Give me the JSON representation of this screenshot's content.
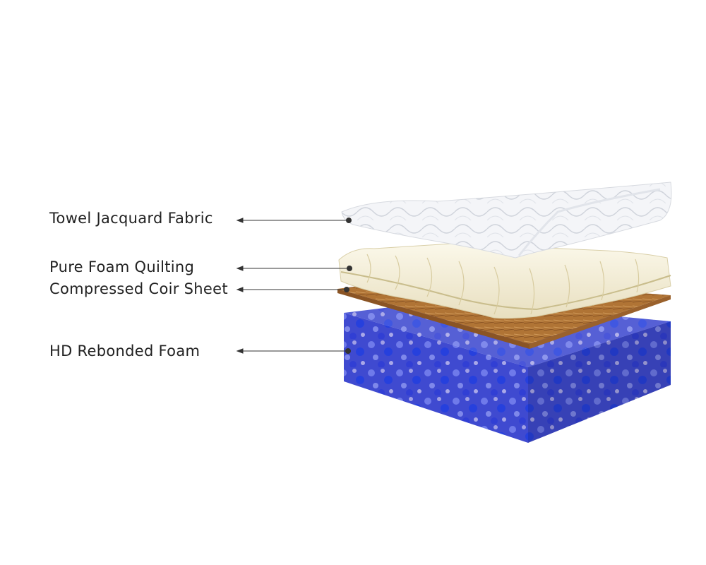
{
  "layers": [
    {
      "label": "Towel Jacquard Fabric"
    },
    {
      "label": "Pure Foam Quilting"
    },
    {
      "label": "Compressed Coir Sheet"
    },
    {
      "label": "HD Rebonded Foam"
    }
  ],
  "colors": {
    "text": "#222222",
    "leader": "#333333",
    "fabric": "#f3f4f7",
    "quilting": "#f4efd9",
    "coir": "#b07435",
    "foam_top": "#4a55d8",
    "foam_front": "#3b45c4",
    "foam_side": "#5a60c9"
  }
}
